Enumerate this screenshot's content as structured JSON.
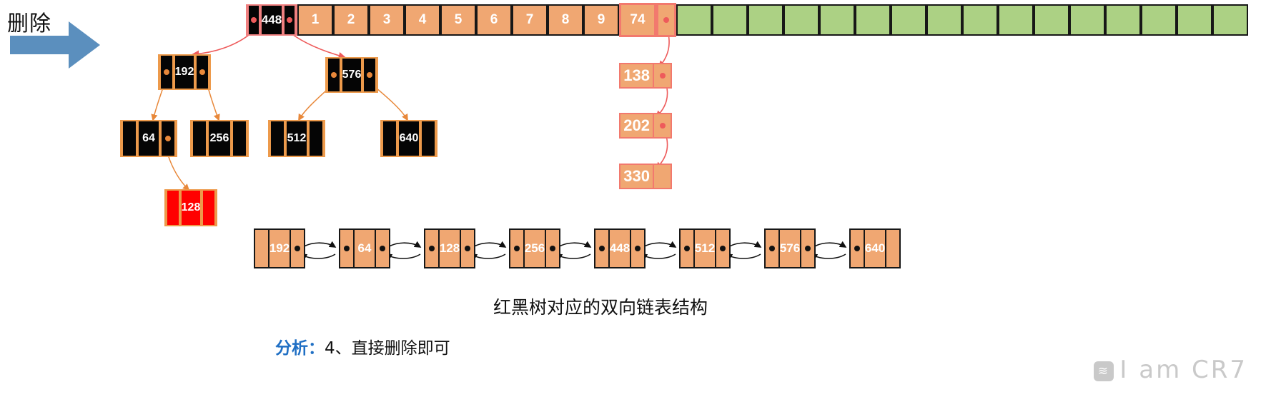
{
  "header": {
    "delete_label": "删除",
    "arrow_color": "#5B8FBE"
  },
  "array": {
    "indexed_cells": [
      "1",
      "2",
      "3",
      "4",
      "5",
      "6",
      "7",
      "8",
      "9"
    ],
    "highlight_cell": "74",
    "empty_cells_count": 16,
    "orange": "#F0A772",
    "green": "#ACD184",
    "highlight_border": "#F2796E"
  },
  "tree": {
    "root": {
      "value": "448",
      "color": "black",
      "border": "#F08080"
    },
    "level2": [
      {
        "value": "192",
        "color": "black",
        "border": "#ED9A4B"
      },
      {
        "value": "576",
        "color": "black",
        "border": "#ED9A4B"
      }
    ],
    "level3": [
      {
        "value": "64",
        "color": "black",
        "border": "#ED9A4B"
      },
      {
        "value": "256",
        "color": "black",
        "border": "#ED9A4B"
      },
      {
        "value": "512",
        "color": "black",
        "border": "#ED9A4B"
      },
      {
        "value": "640",
        "color": "black",
        "border": "#ED9A4B"
      }
    ],
    "level4": [
      {
        "value": "128",
        "color": "red",
        "border": "#ED9A4B"
      }
    ]
  },
  "chain": {
    "nodes": [
      "138",
      "202",
      "330"
    ],
    "fill": "#F0A772",
    "border": "#F2796E"
  },
  "linked_list": {
    "nodes": [
      "192",
      "64",
      "128",
      "256",
      "448",
      "512",
      "576",
      "640"
    ],
    "fill": "#F0A772",
    "border": "#171717"
  },
  "captions": {
    "list_caption": "红黑树对应的双向链表结构",
    "analysis_key": "分析：",
    "analysis_rest": "4、直接删除即可"
  },
  "watermark": {
    "logo_glyph": "≋",
    "text": "I am CR7"
  }
}
